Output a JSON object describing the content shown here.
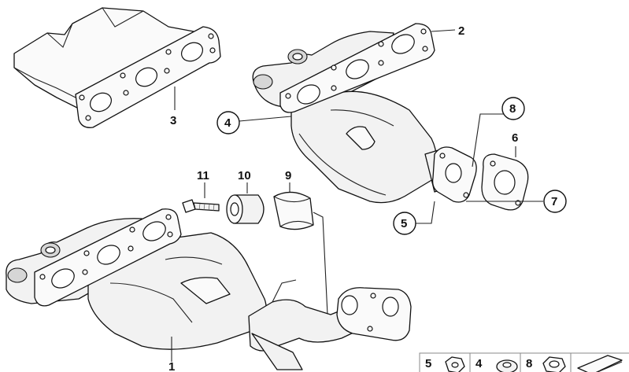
{
  "callouts": [
    {
      "id": "c1",
      "label": "1",
      "circled": false
    },
    {
      "id": "c2",
      "label": "2",
      "circled": false
    },
    {
      "id": "c3",
      "label": "3",
      "circled": false
    },
    {
      "id": "c4",
      "label": "4",
      "circled": true
    },
    {
      "id": "c5",
      "label": "5",
      "circled": true
    },
    {
      "id": "c6",
      "label": "6",
      "circled": false
    },
    {
      "id": "c7",
      "label": "7",
      "circled": true
    },
    {
      "id": "c8",
      "label": "8",
      "circled": true
    },
    {
      "id": "c9",
      "label": "9",
      "circled": false
    },
    {
      "id": "c10",
      "label": "10",
      "circled": false
    },
    {
      "id": "c11",
      "label": "11",
      "circled": false
    }
  ],
  "legend": {
    "items": [
      {
        "label": "5",
        "icon": "nut-icon"
      },
      {
        "label": "4",
        "icon": "nut-icon"
      },
      {
        "label": "8",
        "icon": "nut-icon"
      },
      {
        "label": "",
        "icon": "gasket-icon"
      }
    ]
  }
}
